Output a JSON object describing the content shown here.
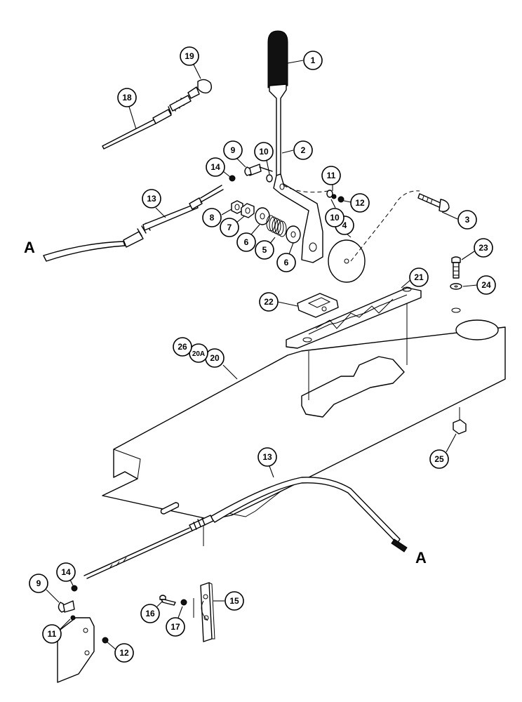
{
  "figure": {
    "ref_marker": "A",
    "callouts": [
      {
        "id": "c1",
        "label": "1"
      },
      {
        "id": "c2",
        "label": "2"
      },
      {
        "id": "c3",
        "label": "3"
      },
      {
        "id": "c4",
        "label": "4"
      },
      {
        "id": "c5",
        "label": "5"
      },
      {
        "id": "c6a",
        "label": "6"
      },
      {
        "id": "c6b",
        "label": "6"
      },
      {
        "id": "c7",
        "label": "7"
      },
      {
        "id": "c8",
        "label": "8"
      },
      {
        "id": "c9a",
        "label": "9"
      },
      {
        "id": "c10a",
        "label": "10"
      },
      {
        "id": "c10b",
        "label": "10"
      },
      {
        "id": "c11a",
        "label": "11"
      },
      {
        "id": "c12a",
        "label": "12"
      },
      {
        "id": "c13a",
        "label": "13"
      },
      {
        "id": "c14a",
        "label": "14"
      },
      {
        "id": "c18",
        "label": "18"
      },
      {
        "id": "c19",
        "label": "19"
      },
      {
        "id": "c20",
        "label": "20"
      },
      {
        "id": "c20a",
        "label": "20A"
      },
      {
        "id": "c26",
        "label": "26"
      },
      {
        "id": "c21",
        "label": "21"
      },
      {
        "id": "c22",
        "label": "22"
      },
      {
        "id": "c23",
        "label": "23"
      },
      {
        "id": "c24",
        "label": "24"
      },
      {
        "id": "c25",
        "label": "25"
      },
      {
        "id": "c13b",
        "label": "13"
      },
      {
        "id": "c9b",
        "label": "9"
      },
      {
        "id": "c14b",
        "label": "14"
      },
      {
        "id": "c11b",
        "label": "11"
      },
      {
        "id": "c12b",
        "label": "12"
      },
      {
        "id": "c15",
        "label": "15"
      },
      {
        "id": "c16",
        "label": "16"
      },
      {
        "id": "c17",
        "label": "17"
      }
    ]
  }
}
